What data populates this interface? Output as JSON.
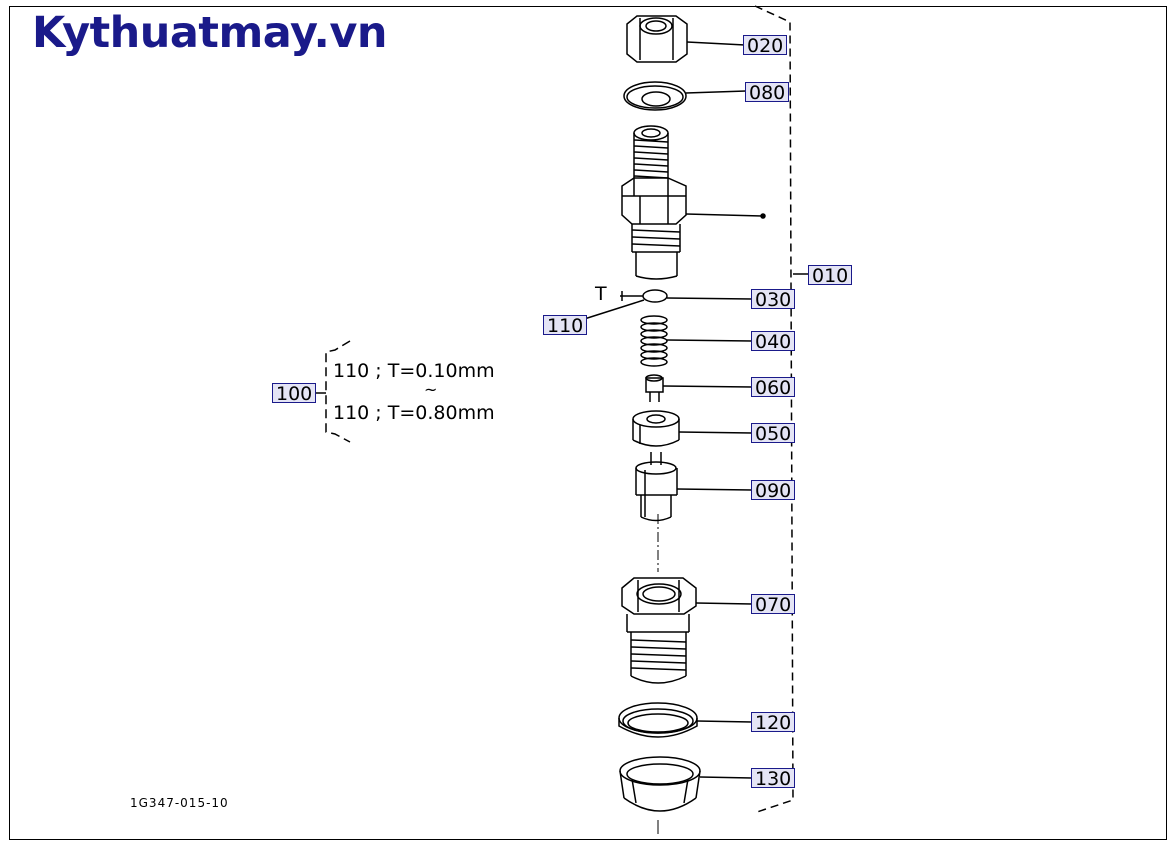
{
  "brand": {
    "text": "Kythuatmay.vn",
    "color": "#1a1a8a"
  },
  "figure_code": "1G347-015-10",
  "callout_style": {
    "fill": "#e4e4f5",
    "border": "#1a1a8a"
  },
  "callouts": {
    "c020": "020",
    "c080": "080",
    "c010": "010",
    "c030": "030",
    "c110": "110",
    "c040": "040",
    "c060": "060",
    "c050": "050",
    "c090": "090",
    "c070": "070",
    "c120": "120",
    "c130": "130",
    "c100": "100"
  },
  "shim_note": {
    "line1": "110 ; T=0.10mm",
    "separator": "~",
    "line2": "110 ; T=0.80mm"
  },
  "thickness_label": "T"
}
